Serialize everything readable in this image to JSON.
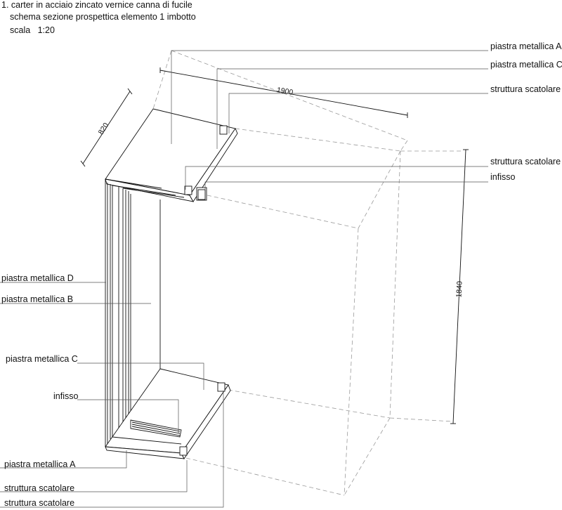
{
  "header": {
    "line1": "1. carter in acciaio zincato vernice canna di fucile",
    "line2": "schema sezione prospettica elemento 1 imbotto",
    "line3_label": "scala",
    "line3_value": "1:20"
  },
  "dimensions": {
    "depth": "820",
    "width": "1900",
    "height": "1840"
  },
  "labels_right": {
    "piastra_a": "piastra metallica A",
    "piastra_c": "piastra metallica C",
    "struttura_1": "struttura scatolare",
    "struttura_2": "struttura scatolare",
    "infisso": "infisso"
  },
  "labels_left": {
    "piastra_d": "piastra metallica D",
    "piastra_b": "piastra metallica B",
    "piastra_c": "piastra metallica C",
    "infisso": "infisso",
    "piastra_a": "piastra metallica A",
    "struttura_1": "struttura scatolare",
    "struttura_2": "struttura scatolare"
  },
  "colors": {
    "ink": "#111111",
    "leader": "#555555",
    "hidden": "#9a9a9a"
  }
}
